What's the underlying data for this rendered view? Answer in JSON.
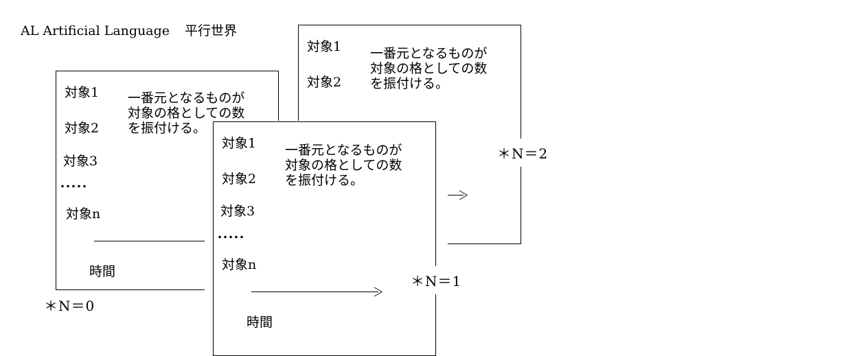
{
  "title": {
    "en": "AL Artificial Language",
    "jp": "平行世界"
  },
  "panels": [
    {
      "n_label": "＊N＝0",
      "objects": [
        "対象1",
        "対象2",
        "対象3",
        "・・・・・",
        "対象n"
      ],
      "description": [
        "一番元となるものが",
        "対象の格としての数",
        "を振付ける。"
      ],
      "time_label": "時間"
    },
    {
      "n_label": "＊N＝1",
      "objects": [
        "対象1",
        "対象2",
        "対象3",
        "・・・・・",
        "対象n"
      ],
      "description": [
        "一番元となるものが",
        "対象の格としての数",
        "を振付ける。"
      ],
      "time_label": "時間"
    },
    {
      "n_label": "＊N＝2",
      "objects": [
        "対象1",
        "対象2"
      ],
      "description": [
        "一番元となるものが",
        "対象の格としての数",
        "を振付ける。"
      ]
    }
  ]
}
